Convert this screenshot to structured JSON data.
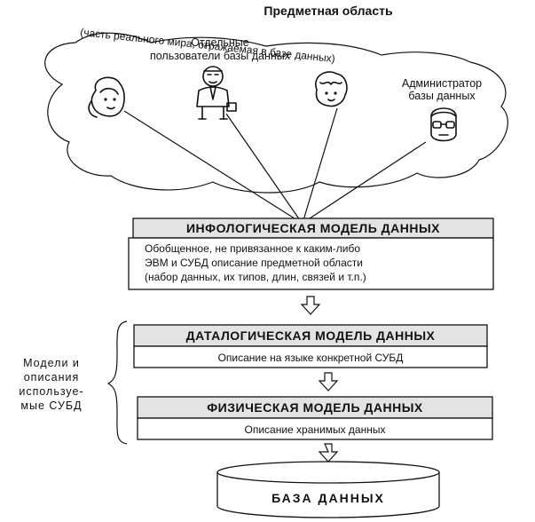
{
  "domain": {
    "title": "Предметная область",
    "subtitle": "(часть реального мира, отражаемая в базе данных)",
    "users_label_line1": "Отдельные",
    "users_label_line2": "пользователи  базы  данных",
    "admin_label_line1": "Администратор",
    "admin_label_line2": "базы данных"
  },
  "infological": {
    "title": "ИНФОЛОГИЧЕСКАЯ  МОДЕЛЬ  ДАННЫХ",
    "line1": "Обобщенное,  не привязанное к каким-либо",
    "line2": "ЭВМ и СУБД  описание предметной области",
    "line3": "(набор данных, их типов, длин, связей и т.п.)"
  },
  "datalogical": {
    "title": "ДАТАЛОГИЧЕСКАЯ  МОДЕЛЬ  ДАННЫХ",
    "desc": "Описание на языке конкретной СУБД"
  },
  "physical": {
    "title": "ФИЗИЧЕСКАЯ  МОДЕЛЬ  ДАННЫХ",
    "desc": "Описание хранимых данных"
  },
  "side_label": {
    "line1": "Модели и",
    "line2": "описания",
    "line3": "используе-",
    "line4": "мые  СУБД"
  },
  "database": {
    "label": "БАЗА  ДАННЫХ"
  }
}
